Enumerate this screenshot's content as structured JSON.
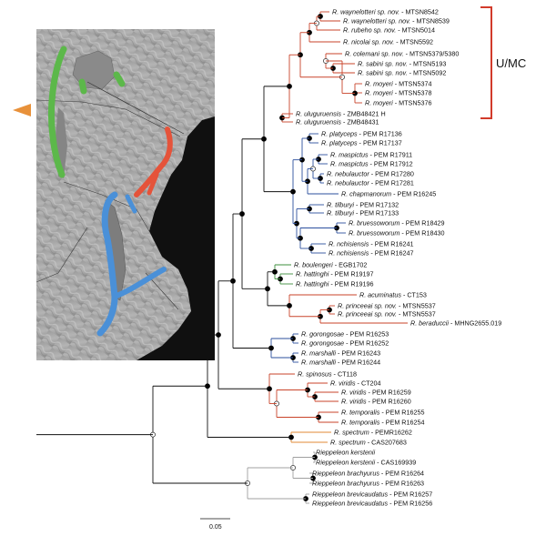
{
  "figure": {
    "group_label": "U/MC",
    "scale_label": "0.05",
    "colors": {
      "red": "#c9432a",
      "blue": "#2b4f9e",
      "green": "#3e8f3e",
      "orange": "#e08a35",
      "gray": "#a0a0a0",
      "black": "#111111",
      "bracket": "#d23b2b",
      "marker": "#e8913a",
      "map_green": "#5cb84a",
      "map_red": "#e5533a",
      "map_blue": "#4a90d8"
    },
    "taxa": [
      {
        "sp": "R. waynelotteri sp. nov.",
        "id": "- MTSN8542"
      },
      {
        "sp": "R. waynelotteri sp. nov.",
        "id": "- MTSN8539"
      },
      {
        "sp": "R. rubeho sp. nov.",
        "id": "- MTSN5014"
      },
      {
        "sp": "R. nicolai sp. nov.",
        "id": "- MTSN5592"
      },
      {
        "sp": "R. colemani sp. nov.",
        "id": "- MTSN5379/5380"
      },
      {
        "sp": "R. sabini sp. nov.",
        "id": "- MTSN5193"
      },
      {
        "sp": "R. sabini sp. nov.",
        "id": "- MTSN5092"
      },
      {
        "sp": "R. moyeri",
        "id": "- MTSN5374"
      },
      {
        "sp": "R. moyeri",
        "id": "- MTSN5378"
      },
      {
        "sp": "R. moyeri",
        "id": "- MTSN5376"
      },
      {
        "sp": "R. uluguruensis",
        "id": "- ZMB48421 H"
      },
      {
        "sp": "R. uluguruensis",
        "id": "- ZMB48431"
      },
      {
        "sp": "R. platyceps",
        "id": "- PEM R17136"
      },
      {
        "sp": "R. platyceps",
        "id": "- PEM R17137"
      },
      {
        "sp": "R. maspictus",
        "id": "- PEM R17911"
      },
      {
        "sp": "R. maspictus",
        "id": "- PEM R17912"
      },
      {
        "sp": "R. nebulauctor",
        "id": "- PEM R17280"
      },
      {
        "sp": "R. nebulauctor",
        "id": "- PEM R17281"
      },
      {
        "sp": "R. chapmanorum",
        "id": "- PEM R16245"
      },
      {
        "sp": "R. tilburyi",
        "id": "- PEM R17132"
      },
      {
        "sp": "R. tilburyi",
        "id": "- PEM R17133"
      },
      {
        "sp": "R. bruessoworum",
        "id": "- PEM R18429"
      },
      {
        "sp": "R. bruessoworum",
        "id": "- PEM R18430"
      },
      {
        "sp": "R. nchisiensis",
        "id": "- PEM R16241"
      },
      {
        "sp": "R. nchisiensis",
        "id": "- PEM R16247"
      },
      {
        "sp": "R. boulengeri",
        "id": "- EGB1702"
      },
      {
        "sp": "R. hattinghi",
        "id": "- PEM R19197"
      },
      {
        "sp": "R. hattinghi",
        "id": "- PEM R19196"
      },
      {
        "sp": "R. acuminatus",
        "id": "- CT153"
      },
      {
        "sp": "R. princeeai sp. nov.",
        "id": "- MTSN5537"
      },
      {
        "sp": "R. princeeai sp. nov.",
        "id": "- MTSN5537"
      },
      {
        "sp": "R. beraduccii",
        "id": "- MHNG2655.019"
      },
      {
        "sp": "R. gorongosae",
        "id": "- PEM R16253"
      },
      {
        "sp": "R. gorongosae",
        "id": "- PEM R16252"
      },
      {
        "sp": "R. marshalli",
        "id": "- PEM R16243"
      },
      {
        "sp": "R. marshalli",
        "id": "- PEM R16244"
      },
      {
        "sp": "R. spinosus",
        "id": "- CT118"
      },
      {
        "sp": "R. viridis",
        "id": "- CT204"
      },
      {
        "sp": "R. viridis",
        "id": "- PEM R16259"
      },
      {
        "sp": "R. viridis",
        "id": "- PEM R16260"
      },
      {
        "sp": "R. temporalis",
        "id": "- PEM R16255"
      },
      {
        "sp": "R. temporalis",
        "id": "- PEM R16254"
      },
      {
        "sp": "R. spectrum",
        "id": "- PEMR16262"
      },
      {
        "sp": "R. spectrum",
        "id": "- CAS207683"
      },
      {
        "sp": "Rieppeleon kerstenii",
        "id": ""
      },
      {
        "sp": "Rieppeleon kerstenii",
        "id": "- CAS169939"
      },
      {
        "sp": "Rieppeleon brachyurus",
        "id": "- PEM R16264"
      },
      {
        "sp": "Rieppeleon brachyurus",
        "id": "- PEM R16263"
      },
      {
        "sp": "Rieppeleon brevicaudatus",
        "id": "- PEM R16257"
      },
      {
        "sp": "Rieppeleon brevicaudatus",
        "id": "- PEM R16256"
      }
    ]
  }
}
